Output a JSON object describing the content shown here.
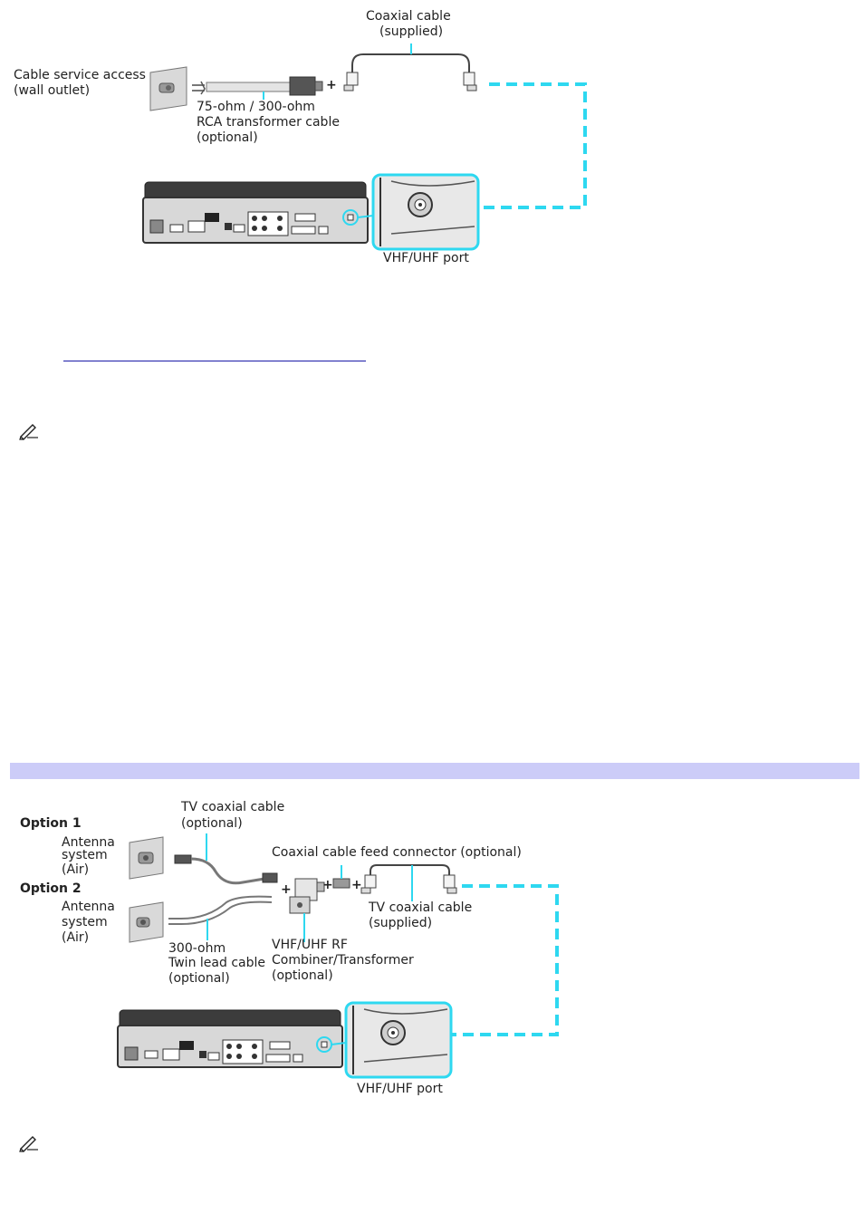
{
  "figure1": {
    "coax_label_line1": "Coaxial cable",
    "coax_label_line2": "(supplied)",
    "wall_label_line1": "Cable service access",
    "wall_label_line2": "(wall outlet)",
    "rca_label_line1": "75-ohm / 300-ohm",
    "rca_label_line2": "RCA transformer cable",
    "rca_label_line3": "(optional)",
    "plus": "+",
    "port_label": "VHF/UHF port"
  },
  "link": {
    "text": ""
  },
  "figure2": {
    "tv_coax_line1": "TV coaxial cable",
    "tv_coax_line2": "(optional)",
    "option1": "Option 1",
    "antenna1_line1": "Antenna",
    "antenna1_line2": "system",
    "antenna1_line3": "(Air)",
    "option2": "Option 2",
    "antenna2_line1": "Antenna",
    "antenna2_line2": "system",
    "antenna2_line3": "(Air)",
    "feed_connector": "Coaxial cable feed connector (optional)",
    "tv_coax_supplied_line1": "TV coaxial cable",
    "tv_coax_supplied_line2": "(supplied)",
    "twin_lead_line1": "300-ohm",
    "twin_lead_line2": "Twin lead cable",
    "twin_lead_line3": "(optional)",
    "combiner_line1": "VHF/UHF RF",
    "combiner_line2": "Combiner/Transformer",
    "combiner_line3": "(optional)",
    "plus": "+",
    "port_label": "VHF/UHF port"
  },
  "colors": {
    "accent_cyan": "#2ed8f0",
    "section_bar": "#ccccf8",
    "link": "#1a1aa8"
  }
}
